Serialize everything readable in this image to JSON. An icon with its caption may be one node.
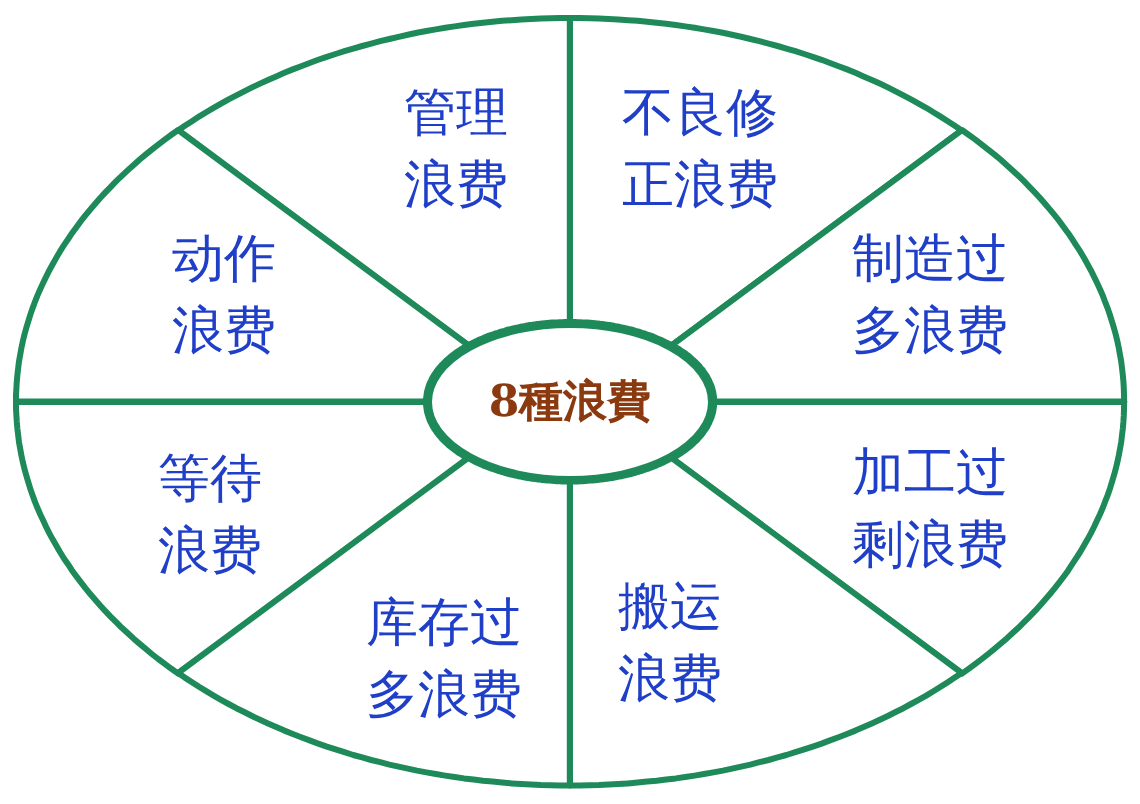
{
  "diagram": {
    "nodes": [
      {
        "text": [
          "8種浪費"
        ]
      },
      {
        "text": [
          "管理浪费"
        ]
      },
      {
        "text": [
          "不良修正浪费"
        ]
      },
      {
        "text": [
          "动作浪费"
        ]
      },
      {
        "text": [
          "制造过多浪费"
        ]
      },
      {
        "text": [
          "等待浪费"
        ]
      },
      {
        "text": [
          "加工过剩浪费"
        ]
      },
      {
        "text": [
          "库存过多浪费"
        ]
      },
      {
        "text": [
          "搬运浪费"
        ]
      }
    ],
    "edges": []
  }
}
